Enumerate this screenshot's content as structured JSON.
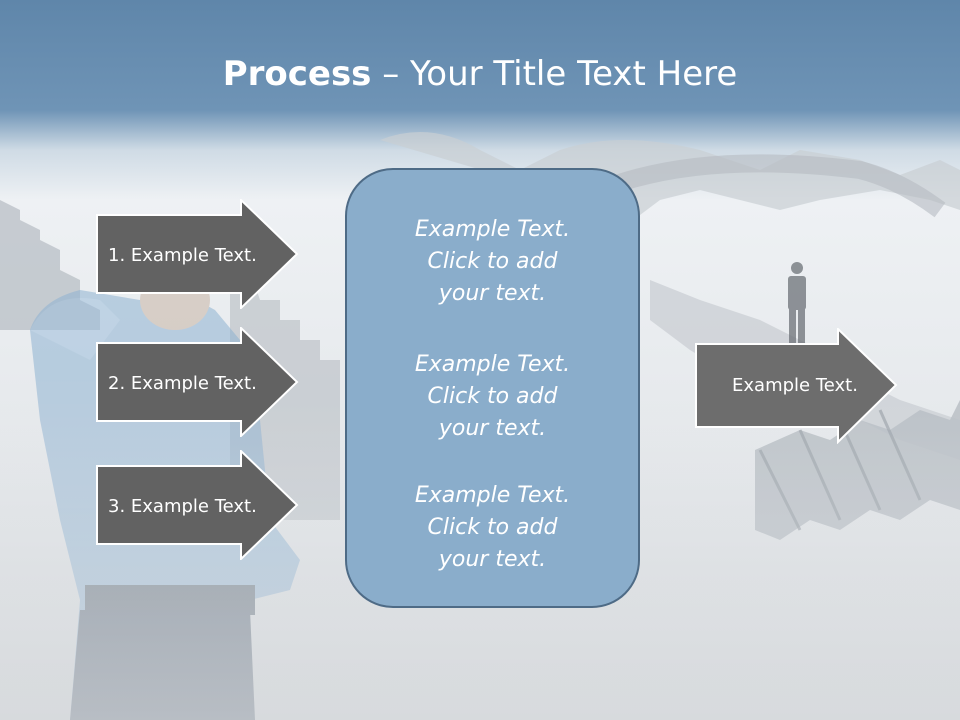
{
  "slide": {
    "title": {
      "bold": "Process",
      "rest": " – Your Title Text Here"
    },
    "left_arrows": [
      {
        "label": "1. Example Text."
      },
      {
        "label": "2. Example Text."
      },
      {
        "label": "3. Example Text."
      }
    ],
    "center_box": {
      "paragraphs": [
        {
          "line1": "Example Text.",
          "line2": "Click  to add",
          "line3": "your text."
        },
        {
          "line1": "Example Text.",
          "line2": "Click  to add",
          "line3": "your text."
        },
        {
          "line1": "Example Text.",
          "line2": "Click  to add",
          "line3": "your text."
        }
      ]
    },
    "right_arrow": {
      "label": "Example Text."
    },
    "colors": {
      "header_blue": "#6f94b6",
      "arrow_fill": "#626262",
      "box_fill": "#8aadcb",
      "box_border": "#4e6b86"
    }
  }
}
